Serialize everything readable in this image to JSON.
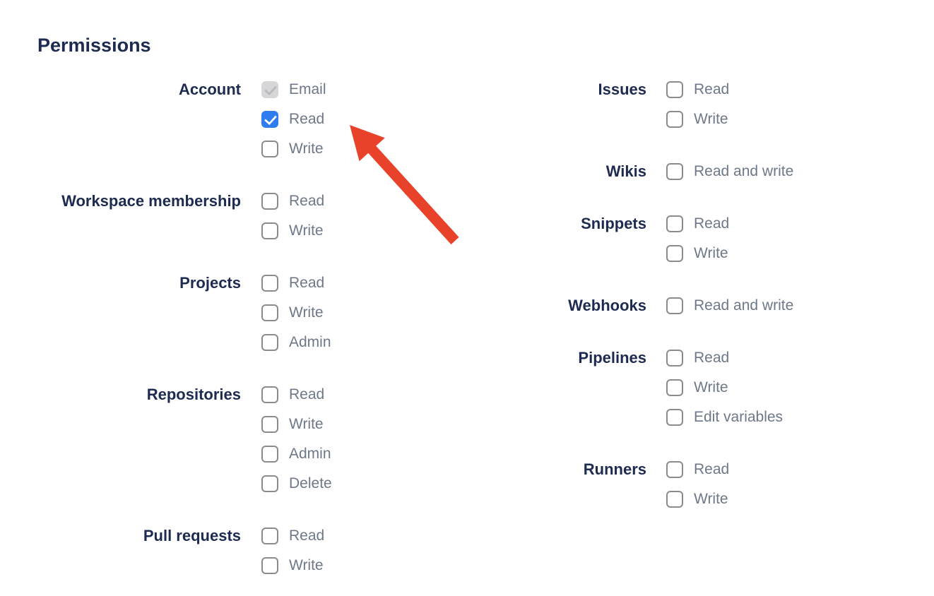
{
  "permissions": {
    "heading": "Permissions",
    "columns": [
      {
        "groups": [
          {
            "label": "Account",
            "options": [
              {
                "label": "Email",
                "state": "checked-disabled"
              },
              {
                "label": "Read",
                "state": "checked"
              },
              {
                "label": "Write",
                "state": "unchecked"
              }
            ]
          },
          {
            "label": "Workspace membership",
            "options": [
              {
                "label": "Read",
                "state": "unchecked"
              },
              {
                "label": "Write",
                "state": "unchecked"
              }
            ]
          },
          {
            "label": "Projects",
            "options": [
              {
                "label": "Read",
                "state": "unchecked"
              },
              {
                "label": "Write",
                "state": "unchecked"
              },
              {
                "label": "Admin",
                "state": "unchecked"
              }
            ]
          },
          {
            "label": "Repositories",
            "options": [
              {
                "label": "Read",
                "state": "unchecked"
              },
              {
                "label": "Write",
                "state": "unchecked"
              },
              {
                "label": "Admin",
                "state": "unchecked"
              },
              {
                "label": "Delete",
                "state": "unchecked"
              }
            ]
          },
          {
            "label": "Pull requests",
            "options": [
              {
                "label": "Read",
                "state": "unchecked"
              },
              {
                "label": "Write",
                "state": "unchecked"
              }
            ]
          }
        ]
      },
      {
        "groups": [
          {
            "label": "Issues",
            "options": [
              {
                "label": "Read",
                "state": "unchecked"
              },
              {
                "label": "Write",
                "state": "unchecked"
              }
            ]
          },
          {
            "label": "Wikis",
            "options": [
              {
                "label": "Read and write",
                "state": "unchecked"
              }
            ]
          },
          {
            "label": "Snippets",
            "options": [
              {
                "label": "Read",
                "state": "unchecked"
              },
              {
                "label": "Write",
                "state": "unchecked"
              }
            ]
          },
          {
            "label": "Webhooks",
            "options": [
              {
                "label": "Read and write",
                "state": "unchecked"
              }
            ]
          },
          {
            "label": "Pipelines",
            "options": [
              {
                "label": "Read",
                "state": "unchecked"
              },
              {
                "label": "Write",
                "state": "unchecked"
              },
              {
                "label": "Edit variables",
                "state": "unchecked"
              }
            ]
          },
          {
            "label": "Runners",
            "options": [
              {
                "label": "Read",
                "state": "unchecked"
              },
              {
                "label": "Write",
                "state": "unchecked"
              }
            ]
          }
        ]
      }
    ]
  },
  "annotation_arrow": {
    "points_to": "account-read-checkbox",
    "color": "#E8432A"
  },
  "colors": {
    "heading_text": "#1D2B50",
    "group_label_text": "#1D2B50",
    "option_label_text": "#6D7888",
    "checkbox_checked_bg": "#2E7CF0",
    "checkbox_disabled_bg": "#D6D6D8",
    "checkbox_disabled_check": "#B9BABE",
    "checkbox_border": "#8B8B8B",
    "page_bg": "#FFFFFF"
  }
}
